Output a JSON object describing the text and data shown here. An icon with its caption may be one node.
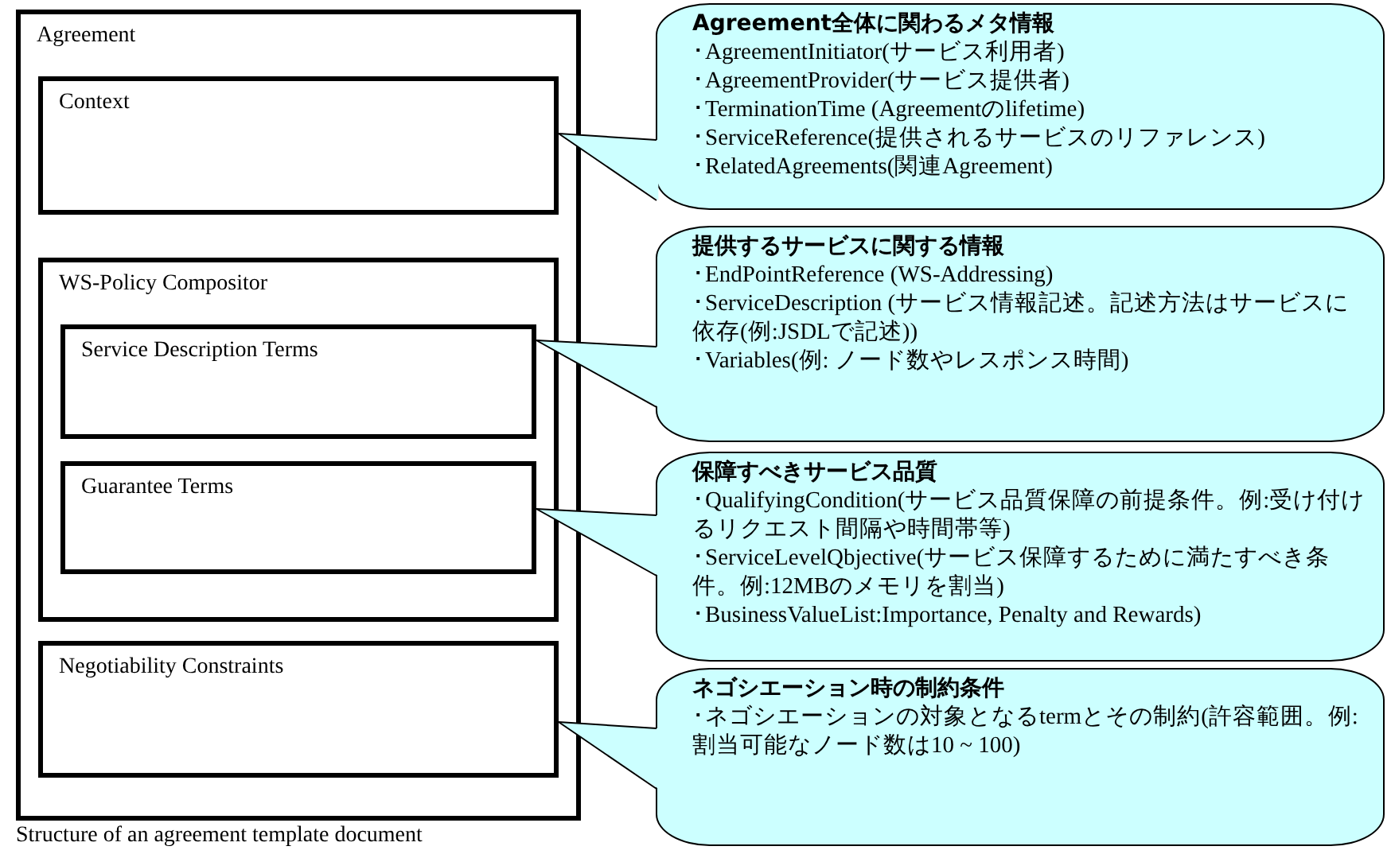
{
  "diagram": {
    "caption": "Structure of an agreement template document",
    "nodes": [
      {
        "text": [
          "Agreement"
        ]
      },
      {
        "text": [
          "Context"
        ],
        "in": 0
      },
      {
        "text": [
          "WS-Policy Compositor"
        ],
        "in": 0
      },
      {
        "text": [
          "Service Description Terms"
        ],
        "in": 2
      },
      {
        "text": [
          "Guarantee Terms"
        ],
        "in": 2
      },
      {
        "text": [
          "Negotiability Constraints"
        ],
        "in": 0
      },
      {
        "text": [
          "Agreement全体に関わるメタ情報",
          "･AgreementInitiator(サービス利用者)",
          "･AgreementProvider(サービス提供者)",
          "･TerminationTime (Agreementのlifetime)",
          "･ServiceReference(提供されるサービスのリファレンス)",
          "･RelatedAgreements(関連Agreement)"
        ]
      },
      {
        "text": [
          "提供するサービスに関する情報",
          "･EndPointReference (WS-Addressing)",
          "･ServiceDescription (サービス情報記述。記述方法はサービスに依存(例:JSDLで記述))",
          "･Variables(例: ノード数やレスポンス時間)"
        ]
      },
      {
        "text": [
          "保障すべきサービス品質",
          "･QualifyingCondition(サービス品質保障の前提条件。例:受け付けるリクエスト間隔や時間帯等)",
          "･ServiceLevelQbjective(サービス保障するために満たすべき条件。例:12MBのメモリを割当)",
          "･BusinessValueList:Importance, Penalty and Rewards)"
        ]
      },
      {
        "text": [
          "ネゴシエーション時の制約条件",
          "･ネゴシエーションの対象となるtermとその制約(許容範囲。例:割当可能なノード数は10 ~ 100)"
        ]
      }
    ],
    "edges": [
      {
        "from": 6,
        "to": 1,
        "arrow": "none"
      },
      {
        "from": 7,
        "to": 3,
        "arrow": "none"
      },
      {
        "from": 8,
        "to": 4,
        "arrow": "none"
      },
      {
        "from": 9,
        "to": 5,
        "arrow": "none"
      }
    ]
  }
}
